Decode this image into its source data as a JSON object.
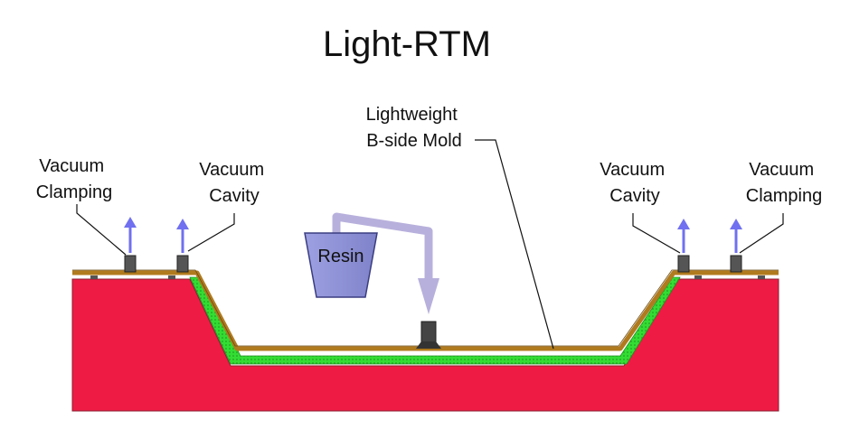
{
  "title": "Light-RTM",
  "labels": {
    "b_side_mold_line1": "Lightweight",
    "b_side_mold_line2": "B-side Mold",
    "left_clamping_line1": "Vacuum",
    "left_clamping_line2": "Clamping",
    "left_cavity_line1": "Vacuum",
    "left_cavity_line2": "Cavity",
    "right_cavity_line1": "Vacuum",
    "right_cavity_line2": "Cavity",
    "right_clamping_line1": "Vacuum",
    "right_clamping_line2": "Clamping",
    "resin": "Resin"
  },
  "colors": {
    "mold_base": "#ee1c45",
    "preform": "#33dd33",
    "b_side_mold": "#b07a1e",
    "resin_bucket": "#8c8fd6",
    "resin_flow": "#b8b0dc",
    "vacuum_arrow": "#7070f0",
    "port": "#555555"
  },
  "icons": {
    "vacuum_arrow": "arrow-up-icon",
    "resin_flow": "arrow-down-icon"
  }
}
